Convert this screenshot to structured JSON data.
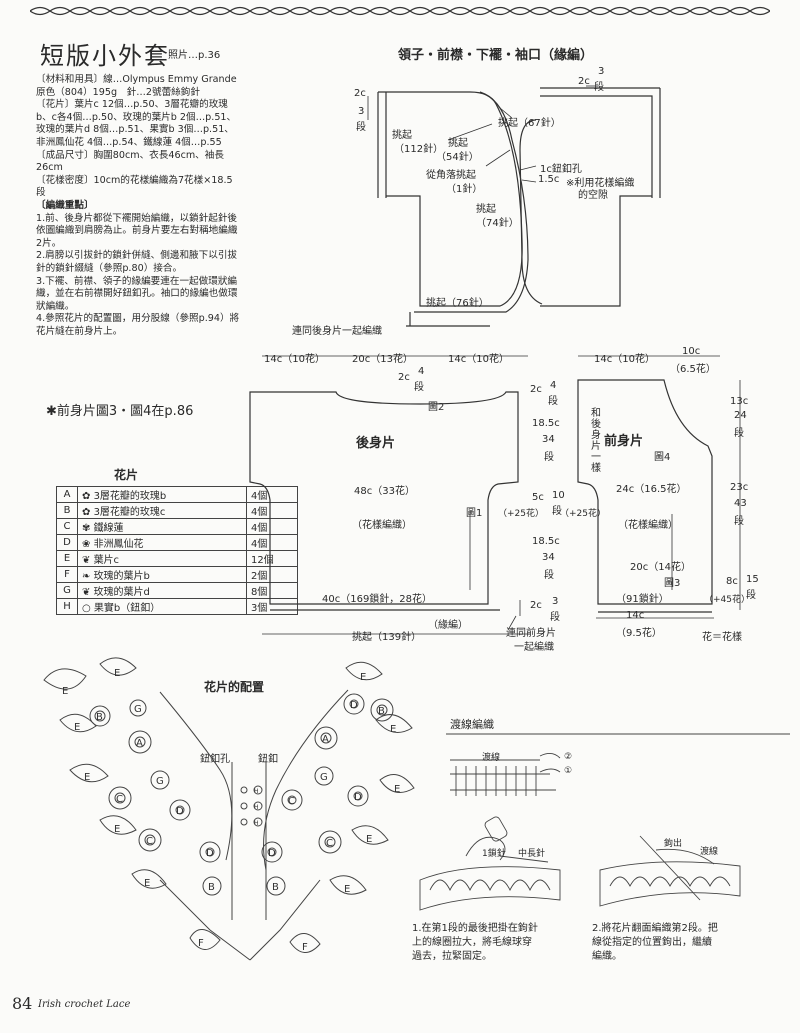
{
  "title": "短版小外套",
  "title_ref": "照片…p.36",
  "materials": {
    "line1": "〔材料和用具〕線…Olympus Emmy Grande",
    "line2": "原色（804）195g　針…2號蕾絲鉤針",
    "line3": "〔花片〕葉片c 12個…p.50、3層花瓣的玫瑰",
    "line4": "b、c各4個…p.50、玫瑰的葉片b 2個…p.51、",
    "line5": "玫瑰的葉片d 8個…p.51、果實b 3個…p.51、",
    "line6": "非洲鳳仙花 4個…p.54、鐵線蓮 4個…p.55",
    "line7": "〔成品尺寸〕胸圍80cm、衣長46cm、袖長",
    "line8": "26cm",
    "line9": "〔花樣密度〕10cm的花樣編織為7花樣×18.5",
    "line10": "段",
    "line11": "〔編織重點〕",
    "line12": "1.前、後身片都從下襬開始編織，以鎖針起針後",
    "line13": "依圖編織到肩膀為止。前身片要左右對稱地編織",
    "line14": "2片。",
    "line15": "2.肩膀以引拔針的鎖針併縫、側邊和腋下以引拔",
    "line16": "針的鎖針綴縫（參照p.80）接合。",
    "line17": "3.下襬、前襟、領子的緣編要連在一起做環狀編",
    "line18": "織，並在右前襟開好鈕釦孔。袖口的緣編也做環",
    "line19": "狀編織。",
    "line20": "4.參照花片的配置圖，用分股線（參照p.94）將",
    "line21": "花片縫在前身片上。"
  },
  "front_ref": "✱前身片圖3・圖4在p.86",
  "parts_table": {
    "title": "花片",
    "rows": [
      {
        "k": "A",
        "name": "3層花瓣的玫瑰b",
        "qty": "4個"
      },
      {
        "k": "B",
        "name": "3層花瓣的玫瑰c",
        "qty": "4個"
      },
      {
        "k": "C",
        "name": "鐵線蓮",
        "qty": "4個"
      },
      {
        "k": "D",
        "name": "非洲鳳仙花",
        "qty": "4個"
      },
      {
        "k": "E",
        "name": "葉片c",
        "qty": "12個"
      },
      {
        "k": "F",
        "name": "玫瑰的葉片b",
        "qty": "2個"
      },
      {
        "k": "G",
        "name": "玫瑰的葉片d",
        "qty": "8個"
      },
      {
        "k": "H",
        "name": "果實b（鈕釦）",
        "qty": "3個"
      }
    ]
  },
  "collar": {
    "title": "領子・前襟・下襬・袖口（緣編）",
    "l_2c": "2c",
    "l_3": "3",
    "l_duan": "段",
    "r_2c": "2c",
    "r_3": "3",
    "r_duan": "段",
    "pick112": "挑起",
    "pick112b": "（112針）",
    "pick67": "挑起（67針）",
    "pick54": "挑起",
    "pick54b": "（54針）",
    "corner": "從角落挑起",
    "corner1": "（1針）",
    "button": "1c鈕釦孔",
    "c15": "1.5c",
    "note1": "※利用花樣編織",
    "note2": "的空隙",
    "pick74": "挑起",
    "pick74b": "（74針）",
    "pick76": "挑起（76針）",
    "together": "連同後身片一起編織"
  },
  "back": {
    "title": "後身片",
    "fig": "圖2",
    "w14a": "14c（10花）",
    "w20": "20c（13花）",
    "w14b": "14c（10花）",
    "neck2c": "2c",
    "neck4": "4",
    "neckduan": "段",
    "w48": "48c（33花）",
    "pattern": "（花樣編織）",
    "fig1": "圖1",
    "w40": "40c（169鎖針，28花）",
    "edge": "（緣編）",
    "pick139": "挑起（139針）",
    "with_front1": "連同前身片",
    "with_front2": "一起編織",
    "side_2c": "2c",
    "side_4": "4",
    "side_duan": "段",
    "h185a": "18.5c",
    "h34a": "34",
    "duan_a": "段",
    "h5": "5c",
    "h10": "10",
    "duan_b": "段",
    "plus25a": "（+25花）",
    "plus25b": "（+25花）",
    "h185b": "18.5c",
    "h34b": "34",
    "duan_c": "段",
    "bot2c": "2c",
    "bot3": "3",
    "bot_duan": "段"
  },
  "front": {
    "title": "前身片",
    "fig4": "圖4",
    "top14": "14c（10花）",
    "top10": "10c",
    "top65": "（6.5花）",
    "same": "和後身片一樣",
    "r13": "13c",
    "r24": "24",
    "r_duan1": "段",
    "w24": "24c（16.5花）",
    "r23": "23c",
    "r43": "43",
    "r_duan2": "段",
    "pattern": "（花樣編織）",
    "w20": "20c（14花）",
    "fig3": "圖3",
    "w91": "（91鎖針）",
    "r8": "8c",
    "r15": "15",
    "r_duan3": "段",
    "plus45": "（+45花）",
    "w14b": "14c",
    "w95": "（9.5花）",
    "legend": "花＝花樣"
  },
  "layout": {
    "title": "花片的配置",
    "hole": "鈕釦孔",
    "btn": "鈕釦"
  },
  "cross": {
    "title": "渡線編織",
    "label": "渡線",
    "n2": "②",
    "n1": "①",
    "c1": "1鎖針",
    "c2": "中長針",
    "pull": "鉤出",
    "yarn": "渡線",
    "cap1a": "1.在第1段的最後把掛在鉤針",
    "cap1b": "上的線圈拉大，將毛線球穿",
    "cap1c": "過去，拉緊固定。",
    "cap2a": "2.將花片翻面編織第2段。把",
    "cap2b": "線從指定的位置鉤出，繼續",
    "cap2c": "編織。"
  },
  "footer": {
    "page": "84",
    "book": "Irish crochet Lace"
  }
}
